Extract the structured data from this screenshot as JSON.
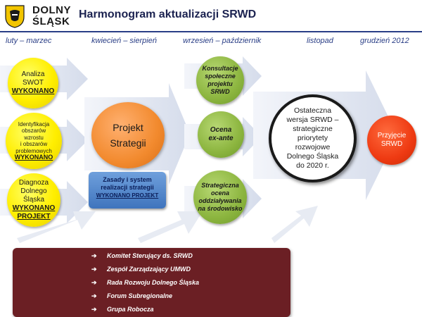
{
  "header": {
    "logo_text_line1": "DOLNY",
    "logo_text_line2": "ŚLĄSK",
    "title": "Harmonogram aktualizacji SRWD"
  },
  "timeline": [
    "luty – marzec",
    "kwiecień – sierpień",
    "wrzesień – październik",
    "listopad",
    "grudzień 2012"
  ],
  "yellow_nodes": [
    {
      "lines": [
        "Analiza",
        "SWOT"
      ],
      "status": [
        "WYKONANO"
      ]
    },
    {
      "lines": [
        "Identyfikacja",
        "obszarów",
        "wzrostu",
        "i obszarów",
        "problemowych"
      ],
      "status": [
        "WYKONANO"
      ]
    },
    {
      "lines": [
        "Diagnoza",
        "Dolnego",
        "Śląska"
      ],
      "status": [
        "WYKONANO",
        "PROJEKT"
      ]
    }
  ],
  "strategy_node": {
    "line1": "Projekt",
    "line2": "Strategii"
  },
  "implementation_box": {
    "line1": "Zasady i system",
    "line2": "realizacji strategii",
    "status": "WYKONANO PROJEKT"
  },
  "green_nodes": [
    {
      "lines": [
        "Konsultacje",
        "społeczne",
        "projektu",
        "SRWD"
      ]
    },
    {
      "lines": [
        "Ocena",
        "ex-ante"
      ]
    },
    {
      "lines": [
        "Strategiczna",
        "ocena",
        "oddziaływania",
        "na środowisko"
      ]
    }
  ],
  "final_node": {
    "lines": [
      "Ostateczna",
      "wersja SRWD –",
      "strategiczne",
      "priorytety",
      "rozwojowe",
      "Dolnego Śląska",
      "do 2020 r."
    ]
  },
  "adoption_node": {
    "lines": [
      "Przyjęcie",
      "SRWD"
    ]
  },
  "bottom_box": {
    "items": [
      "Komitet Sterujący ds. SRWD",
      "Zespół Zarządzający UMWD",
      "Rada Rozwoju Dolnego Śląska",
      "Forum Subregionalne",
      "Grupa Robocza"
    ],
    "bullet": "➔"
  },
  "colors": {
    "accent_blue": "#2a3e86",
    "yellow": "#ffee00",
    "green": "#8cb53f",
    "orange": "#f28a2e",
    "red": "#ee3a12",
    "burgundy": "#6b1f24",
    "arrow": "#dde3ef"
  }
}
